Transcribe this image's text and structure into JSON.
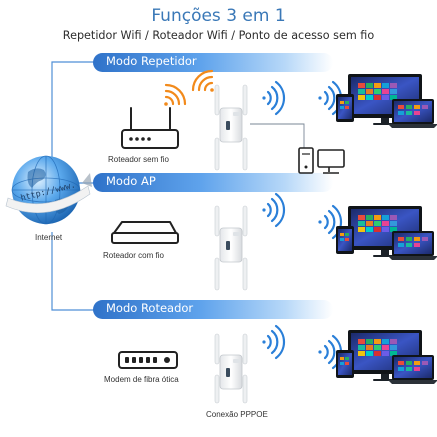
{
  "title": "Funções 3 em 1",
  "subtitle": "Repetidor Wifi / Roteador Wifi / Ponto de acesso sem fio",
  "globe": {
    "url_text": "http://www.",
    "label": "Internet"
  },
  "modes": [
    {
      "name": "Modo Repetidor",
      "device_label": "Roteador sem fio"
    },
    {
      "name": "Modo AP",
      "device_label": "Roteador com fio"
    },
    {
      "name": "Modo Roteador",
      "device_label": "Modem de fibra ótica",
      "repeater_label": "Conexão PPPOE"
    }
  ],
  "colors": {
    "accent": "#3a78b7",
    "line": "#4f8fd6",
    "wifi_blue": "#2a7fd8",
    "wifi_orange": "#f28a1b"
  }
}
